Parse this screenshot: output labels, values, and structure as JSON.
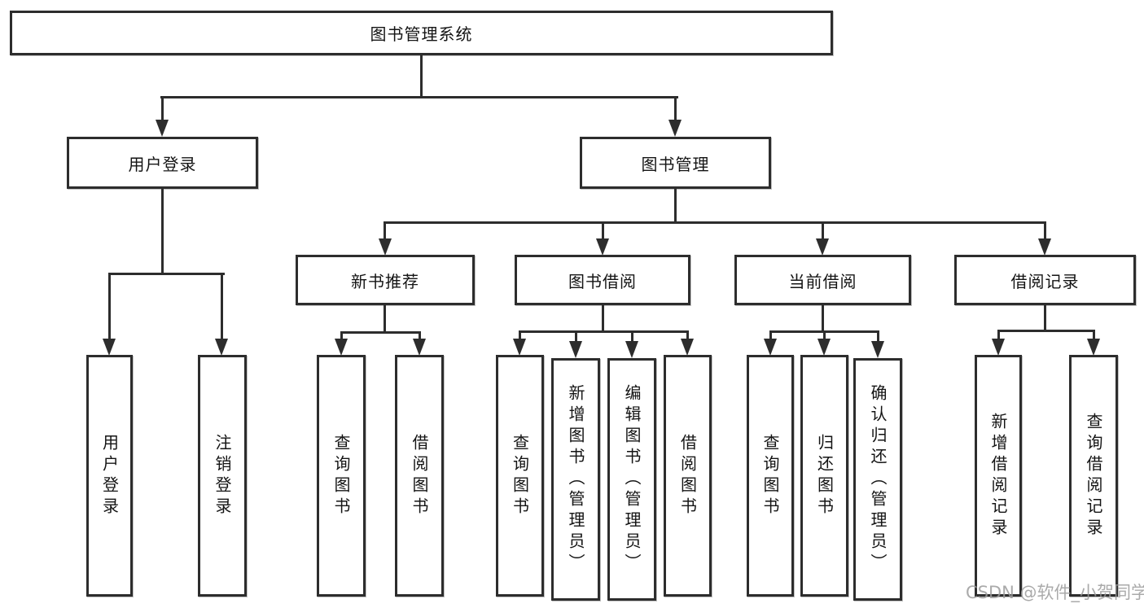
{
  "diagram": {
    "root": "图书管理系统",
    "branches": [
      {
        "label": "用户登录",
        "children": [
          "用户登录",
          "注销登录"
        ]
      },
      {
        "label": "图书管理",
        "sections": [
          {
            "label": "新书推荐",
            "children": [
              "查询图书",
              "借阅图书"
            ]
          },
          {
            "label": "图书借阅",
            "children": [
              "查询图书",
              "新增图书（管理员）",
              "编辑图书（管理员）",
              "借阅图书"
            ]
          },
          {
            "label": "当前借阅",
            "children": [
              "查询图书",
              "归还图书",
              "确认归还（管理员）"
            ]
          },
          {
            "label": "借阅记录",
            "children": [
              "新增借阅记录",
              "查询借阅记录"
            ]
          }
        ]
      }
    ]
  },
  "watermark": "CSDN @软件_小贺同学",
  "colors": {
    "line": "#2d2d2d",
    "text": "#141414",
    "background": "#ffffff",
    "watermark": "#9c9c9c"
  }
}
